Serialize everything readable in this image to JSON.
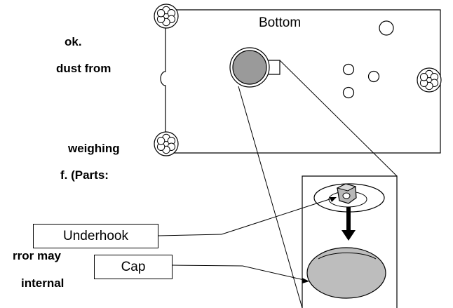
{
  "left_text": {
    "lines": [
      "ok.",
      "dust from",
      "weighing",
      "f.  (Parts:",
      "rror  may",
      "internal"
    ]
  },
  "diagram": {
    "title": "Bottom",
    "underhook_label": "Underhook",
    "cap_label": "Cap",
    "colors": {
      "line": "#000000",
      "cap_fill": "#bdbdbd",
      "cap_fill_small": "#9a9a9a",
      "hook_fill": "#b8b8b8",
      "arrow": "#000000"
    }
  }
}
